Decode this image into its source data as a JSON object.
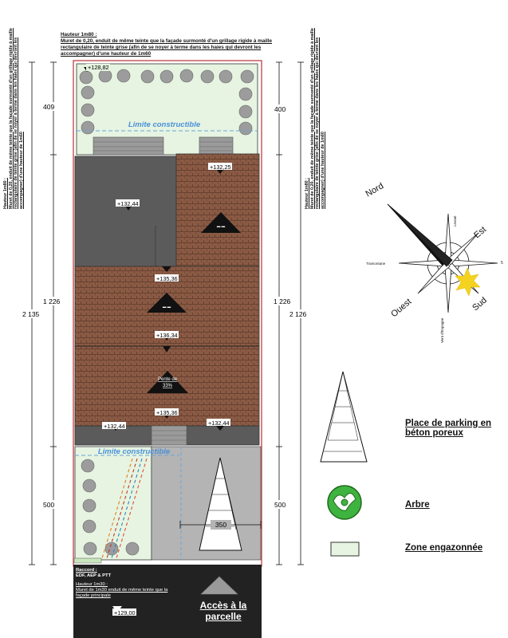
{
  "notes": {
    "top_heading": "Hauteur 1m80 :",
    "top_text": "Muret de 0,20, enduit de même teinte que la façade surmonté d'un grillage rigide à maille rectangulaire de teinte grise (afin de se noyer à terme dans les haies qui devront les accompagner) d'une hauteur de 1m60",
    "left_heading": "Hauteur 1m80 :",
    "left_text": "Muret de 0,20, enduit de même teinte que la façade surmonté d'un grillage rigide à maille rectangulaire de teinte grise (afin de se noyer à terme dans les haies qui devront les accompagner) d'une hauteur de 1m60",
    "right_heading": "Hauteur 1m80 :",
    "right_text": "Muret de 0,20, enduit de même teinte que la façade surmonté d'un grillage rigide à maille rectangulaire de teinte grise (afin de se noyer à terme dans les haies qui devront les accompagner) d'une hauteur de 1m60",
    "bottom_raccord": "Raccord :",
    "bottom_raccord_items": "EDF, AEP & PTT",
    "bottom_heading": "Hauteur 1m30 :",
    "bottom_text": "Muret de 1m30 enduit de même teinte que la façade principale"
  },
  "plan": {
    "limite_top": "Limite constructible",
    "limite_bottom": "Limite constructible",
    "acces_line1": "Accès à la",
    "acces_line2": "parcelle",
    "levels": [
      "+128,82",
      "+132,25",
      "+132,44",
      "+135,36",
      "+136,34",
      "+135,36",
      "+132,44",
      "+132,44",
      "+129,00"
    ],
    "pente": "Pente de",
    "pente_value": "33%",
    "width_dim": "350"
  },
  "dimensions": {
    "left_top": "409",
    "left_mid": "1 226",
    "left_total": "2 135",
    "left_bottom": "500",
    "right_top": "400",
    "right_mid": "1 226",
    "right_total": "2 126",
    "right_bottom": "500"
  },
  "compass": {
    "nord": "Nord",
    "est": "Est",
    "sud": "Sud",
    "ouest": "Ouest",
    "levant": "Levant",
    "tramontane": "Tramontane",
    "vent": "Vent d'Espagne"
  },
  "legend": {
    "parking_line1": "Place de parking en",
    "parking_line2": "béton poreux",
    "arbre": "Arbre",
    "zone": "Zone engazonnée"
  },
  "colors": {
    "roof": "#8a5a44",
    "grey": "#5b5b5b",
    "lawn": "#e6f4e1",
    "asphalt": "#222222"
  }
}
